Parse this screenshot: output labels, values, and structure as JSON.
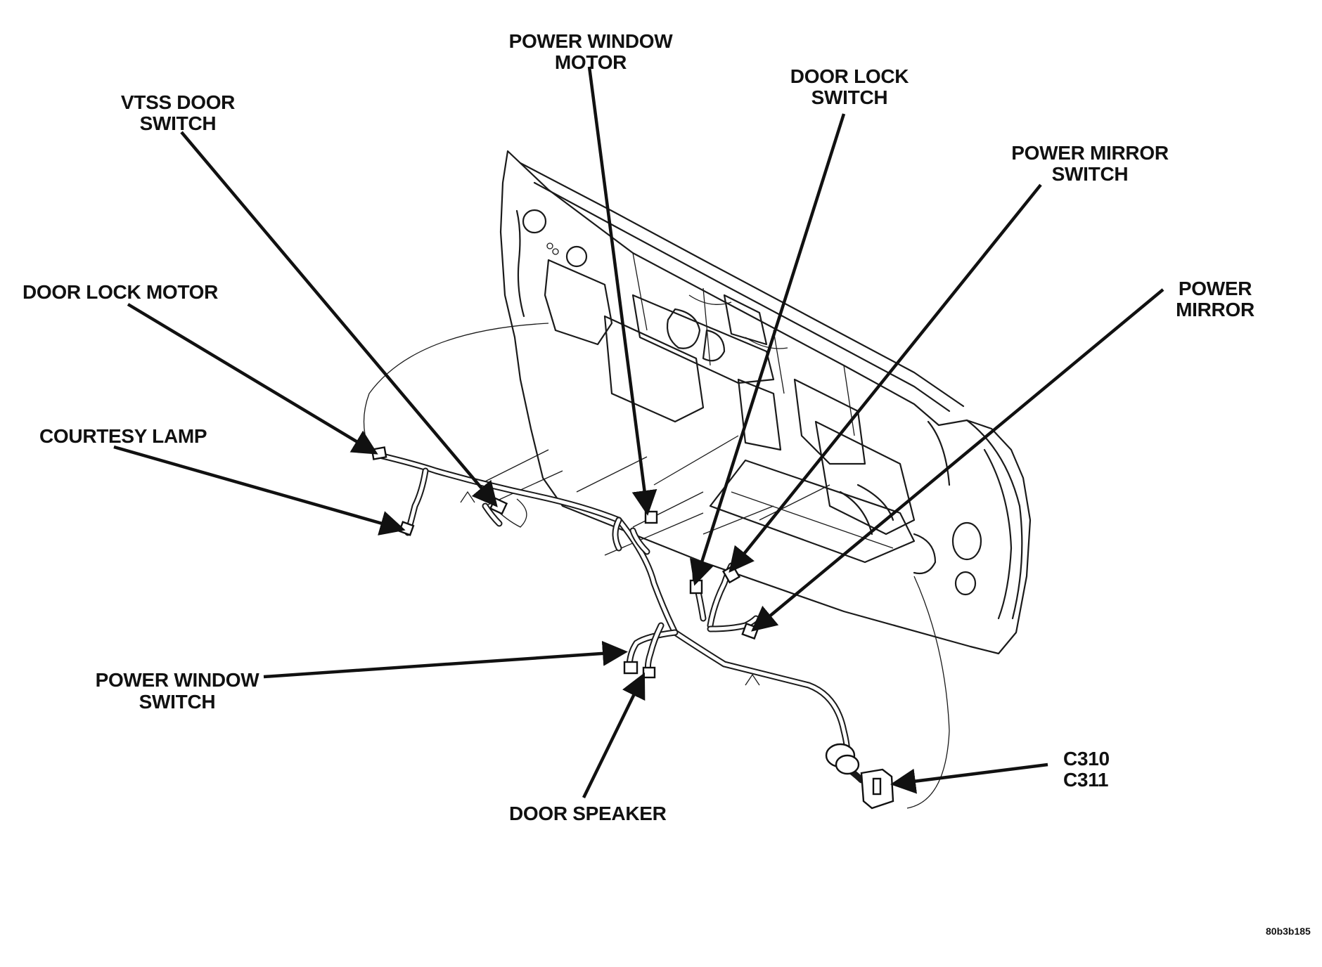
{
  "labels": {
    "vtss_door_switch": [
      "VTSS DOOR",
      "SWITCH"
    ],
    "power_window_motor": [
      "POWER WINDOW",
      "MOTOR"
    ],
    "door_lock_switch": [
      "DOOR LOCK",
      "SWITCH"
    ],
    "power_mirror_switch": [
      "POWER MIRROR",
      "SWITCH"
    ],
    "power_mirror": [
      "POWER",
      "MIRROR"
    ],
    "door_lock_motor": "DOOR LOCK MOTOR",
    "courtesy_lamp": "COURTESY LAMP",
    "power_window_switch": [
      "POWER WINDOW",
      "SWITCH"
    ],
    "door_speaker": "DOOR SPEAKER",
    "connectors": [
      "C310",
      "C311"
    ]
  },
  "figure_code": "80b3b185"
}
